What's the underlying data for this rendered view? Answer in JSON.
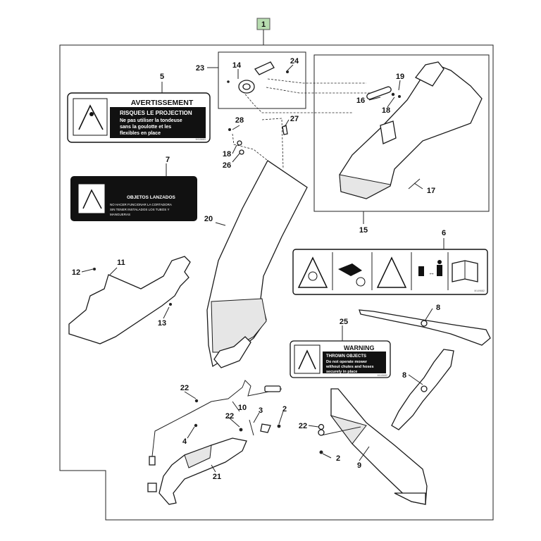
{
  "assembly_callout": "1",
  "callouts": {
    "c2a": "2",
    "c2b": "2",
    "c3": "3",
    "c4": "4",
    "c5": "5",
    "c6": "6",
    "c7": "7",
    "c8a": "8",
    "c8b": "8",
    "c9": "9",
    "c10": "10",
    "c11": "11",
    "c12": "12",
    "c13": "13",
    "c14": "14",
    "c15": "15",
    "c16": "16",
    "c17": "17",
    "c18a": "18",
    "c18b": "18",
    "c19": "19",
    "c20": "20",
    "c21": "21",
    "c22a": "22",
    "c22b": "22",
    "c22c": "22",
    "c23": "23",
    "c24": "24",
    "c25": "25",
    "c26": "26",
    "c27": "27",
    "c28": "28"
  },
  "labels": {
    "french": {
      "heading": "AVERTISSEMENT",
      "line1": "RISQUES LE PROJECTION",
      "line2": "Ne pas utiliser la tondeuse",
      "line3": "sans la goulotte et les",
      "line4": "flexibles en place",
      "code": "M115683"
    },
    "spanish": {
      "heading": "OBJETOS LANZADOS",
      "line1": "NO HACER FUNCIONAR LA CORTADORA",
      "line2": "SIN TENER INSTALADOS LOS TUBOS Y",
      "line3": "MANGUERAS"
    },
    "safety": {
      "code": "M149682"
    },
    "english": {
      "heading": "WARNING",
      "line1": "THROWN OBJECTS",
      "line2": "Do not operate mower",
      "line3": "without chutes and hoses",
      "line4": "securely in place",
      "code": "M115682"
    }
  },
  "colors": {
    "assembly_badge": "#b7dcb0",
    "line": "#1a1a1a",
    "label_dark": "#111111"
  }
}
